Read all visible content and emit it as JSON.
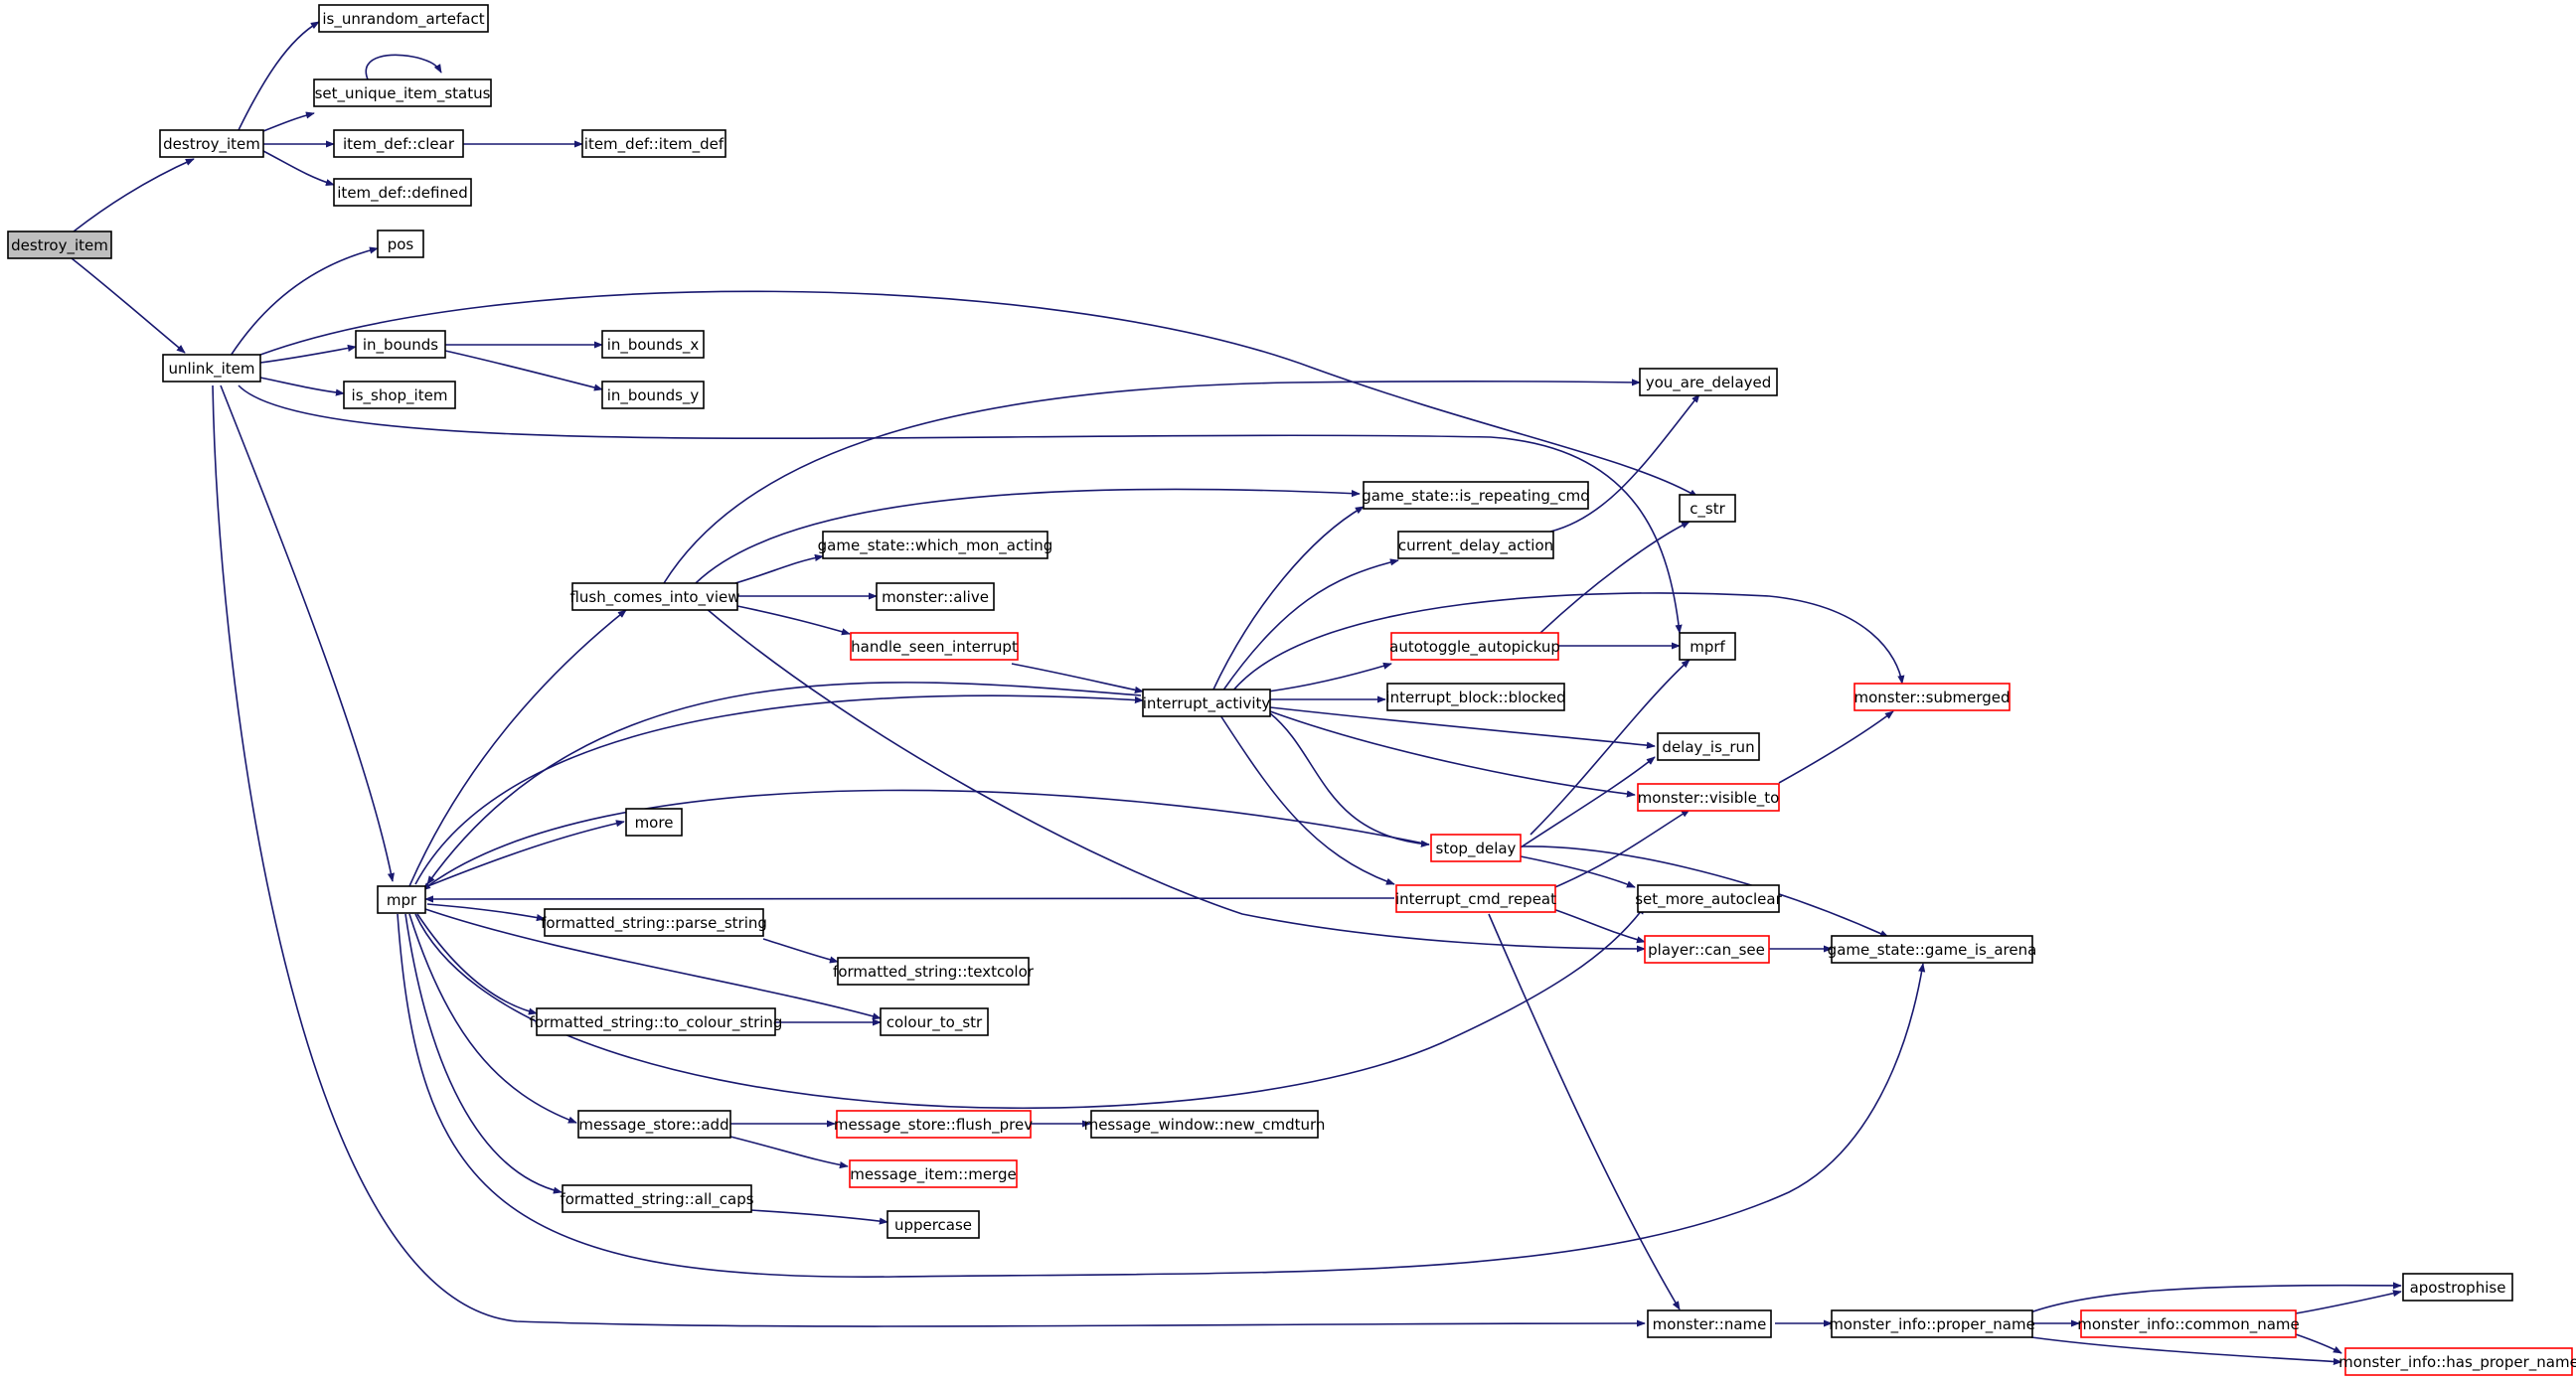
{
  "colors": {
    "edge": "#191970",
    "node_border": "#000000",
    "truncated_node_border": "#ff0000",
    "root_fill": "#bfbfbf",
    "background": "#ffffff"
  },
  "nodes": [
    {
      "id": "n_root",
      "label": "destroy_item",
      "root": true
    },
    {
      "id": "n_destroy_item",
      "label": "destroy_item"
    },
    {
      "id": "n_unlink_item",
      "label": "unlink_item"
    },
    {
      "id": "n_is_unrandom_artefact",
      "label": "is_unrandom_artefact"
    },
    {
      "id": "n_set_unique_item_status",
      "label": "set_unique_item_status"
    },
    {
      "id": "n_item_def_clear",
      "label": "item_def::clear"
    },
    {
      "id": "n_item_def_item_def",
      "label": "item_def::item_def"
    },
    {
      "id": "n_item_def_defined",
      "label": "item_def::defined"
    },
    {
      "id": "n_pos",
      "label": "pos"
    },
    {
      "id": "n_in_bounds",
      "label": "in_bounds"
    },
    {
      "id": "n_in_bounds_x",
      "label": "in_bounds_x"
    },
    {
      "id": "n_in_bounds_y",
      "label": "in_bounds_y"
    },
    {
      "id": "n_is_shop_item",
      "label": "is_shop_item"
    },
    {
      "id": "n_you_are_delayed",
      "label": "you_are_delayed"
    },
    {
      "id": "n_c_str",
      "label": "c_str"
    },
    {
      "id": "n_is_repeating_cmd",
      "label": "game_state::is_repeating_cmd"
    },
    {
      "id": "n_current_delay_action",
      "label": "current_delay_action"
    },
    {
      "id": "n_which_mon_acting",
      "label": "game_state::which_mon_acting"
    },
    {
      "id": "n_flush_comes_into_view",
      "label": "flush_comes_into_view"
    },
    {
      "id": "n_monster_alive",
      "label": "monster::alive"
    },
    {
      "id": "n_handle_seen_interrupt",
      "label": "handle_seen_interrupt",
      "red": true
    },
    {
      "id": "n_autotoggle_autopickup",
      "label": "autotoggle_autopickup",
      "red": true
    },
    {
      "id": "n_mprf",
      "label": "mprf"
    },
    {
      "id": "n_interrupt_activity",
      "label": "interrupt_activity"
    },
    {
      "id": "n_interrupt_block_blocked",
      "label": "interrupt_block::blocked"
    },
    {
      "id": "n_monster_submerged",
      "label": "monster::submerged",
      "red": true
    },
    {
      "id": "n_delay_is_run",
      "label": "delay_is_run"
    },
    {
      "id": "n_monster_visible_to",
      "label": "monster::visible_to",
      "red": true
    },
    {
      "id": "n_more",
      "label": "more"
    },
    {
      "id": "n_stop_delay",
      "label": "stop_delay",
      "red": true
    },
    {
      "id": "n_mpr",
      "label": "mpr"
    },
    {
      "id": "n_interrupt_cmd_repeat",
      "label": "interrupt_cmd_repeat",
      "red": true
    },
    {
      "id": "n_set_more_autoclear",
      "label": "set_more_autoclear"
    },
    {
      "id": "n_parse_string",
      "label": "formatted_string::parse_string"
    },
    {
      "id": "n_player_can_see",
      "label": "player::can_see",
      "red": true
    },
    {
      "id": "n_game_is_arena",
      "label": "game_state::game_is_arena"
    },
    {
      "id": "n_textcolor",
      "label": "formatted_string::textcolor"
    },
    {
      "id": "n_to_colour_string",
      "label": "formatted_string::to_colour_string"
    },
    {
      "id": "n_colour_to_str",
      "label": "colour_to_str"
    },
    {
      "id": "n_message_store_add",
      "label": "message_store::add"
    },
    {
      "id": "n_message_store_flush_prev",
      "label": "message_store::flush_prev",
      "red": true
    },
    {
      "id": "n_new_cmdturn",
      "label": "message_window::new_cmdturn"
    },
    {
      "id": "n_message_item_merge",
      "label": "message_item::merge",
      "red": true
    },
    {
      "id": "n_all_caps",
      "label": "formatted_string::all_caps"
    },
    {
      "id": "n_uppercase",
      "label": "uppercase"
    },
    {
      "id": "n_apostrophise",
      "label": "apostrophise"
    },
    {
      "id": "n_monster_name",
      "label": "monster::name"
    },
    {
      "id": "n_proper_name",
      "label": "monster_info::proper_name"
    },
    {
      "id": "n_common_name",
      "label": "monster_info::common_name",
      "red": true
    },
    {
      "id": "n_has_proper_name",
      "label": "monster_info::has_proper_name",
      "red": true
    }
  ],
  "edges": [
    {
      "from": "n_root",
      "to": "n_destroy_item"
    },
    {
      "from": "n_root",
      "to": "n_unlink_item"
    },
    {
      "from": "n_destroy_item",
      "to": "n_is_unrandom_artefact"
    },
    {
      "from": "n_destroy_item",
      "to": "n_set_unique_item_status"
    },
    {
      "from": "n_destroy_item",
      "to": "n_item_def_clear"
    },
    {
      "from": "n_destroy_item",
      "to": "n_item_def_defined"
    },
    {
      "from": "n_set_unique_item_status",
      "to": "n_set_unique_item_status"
    },
    {
      "from": "n_item_def_clear",
      "to": "n_item_def_item_def"
    },
    {
      "from": "n_unlink_item",
      "to": "n_pos"
    },
    {
      "from": "n_unlink_item",
      "to": "n_in_bounds"
    },
    {
      "from": "n_unlink_item",
      "to": "n_is_shop_item"
    },
    {
      "from": "n_unlink_item",
      "to": "n_c_str"
    },
    {
      "from": "n_unlink_item",
      "to": "n_mprf"
    },
    {
      "from": "n_unlink_item",
      "to": "n_mpr"
    },
    {
      "from": "n_unlink_item",
      "to": "n_monster_name"
    },
    {
      "from": "n_in_bounds",
      "to": "n_in_bounds_x"
    },
    {
      "from": "n_in_bounds",
      "to": "n_in_bounds_y"
    },
    {
      "from": "n_flush_comes_into_view",
      "to": "n_you_are_delayed"
    },
    {
      "from": "n_flush_comes_into_view",
      "to": "n_is_repeating_cmd"
    },
    {
      "from": "n_flush_comes_into_view",
      "to": "n_which_mon_acting"
    },
    {
      "from": "n_flush_comes_into_view",
      "to": "n_monster_alive"
    },
    {
      "from": "n_flush_comes_into_view",
      "to": "n_handle_seen_interrupt"
    },
    {
      "from": "n_flush_comes_into_view",
      "to": "n_player_can_see"
    },
    {
      "from": "n_handle_seen_interrupt",
      "to": "n_interrupt_activity"
    },
    {
      "from": "n_current_delay_action",
      "to": "n_you_are_delayed"
    },
    {
      "from": "n_autotoggle_autopickup",
      "to": "n_c_str"
    },
    {
      "from": "n_autotoggle_autopickup",
      "to": "n_mprf"
    },
    {
      "from": "n_interrupt_activity",
      "to": "n_is_repeating_cmd"
    },
    {
      "from": "n_interrupt_activity",
      "to": "n_current_delay_action"
    },
    {
      "from": "n_interrupt_activity",
      "to": "n_autotoggle_autopickup"
    },
    {
      "from": "n_interrupt_activity",
      "to": "n_monster_submerged"
    },
    {
      "from": "n_interrupt_activity",
      "to": "n_interrupt_block_blocked"
    },
    {
      "from": "n_interrupt_activity",
      "to": "n_delay_is_run"
    },
    {
      "from": "n_interrupt_activity",
      "to": "n_monster_visible_to"
    },
    {
      "from": "n_interrupt_activity",
      "to": "n_stop_delay"
    },
    {
      "from": "n_interrupt_activity",
      "to": "n_interrupt_cmd_repeat"
    },
    {
      "from": "n_interrupt_activity",
      "to": "n_mpr"
    },
    {
      "from": "n_monster_visible_to",
      "to": "n_monster_submerged"
    },
    {
      "from": "n_stop_delay",
      "to": "n_mprf"
    },
    {
      "from": "n_stop_delay",
      "to": "n_delay_is_run"
    },
    {
      "from": "n_stop_delay",
      "to": "n_set_more_autoclear"
    },
    {
      "from": "n_stop_delay",
      "to": "n_game_is_arena"
    },
    {
      "from": "n_stop_delay",
      "to": "n_mpr"
    },
    {
      "from": "n_interrupt_cmd_repeat",
      "to": "n_mpr"
    },
    {
      "from": "n_interrupt_cmd_repeat",
      "to": "n_monster_visible_to"
    },
    {
      "from": "n_interrupt_cmd_repeat",
      "to": "n_player_can_see"
    },
    {
      "from": "n_interrupt_cmd_repeat",
      "to": "n_monster_name"
    },
    {
      "from": "n_player_can_see",
      "to": "n_game_is_arena"
    },
    {
      "from": "n_mpr",
      "to": "n_flush_comes_into_view"
    },
    {
      "from": "n_mpr",
      "to": "n_interrupt_activity"
    },
    {
      "from": "n_mpr",
      "to": "n_more"
    },
    {
      "from": "n_mpr",
      "to": "n_parse_string"
    },
    {
      "from": "n_mpr",
      "to": "n_to_colour_string"
    },
    {
      "from": "n_mpr",
      "to": "n_colour_to_str"
    },
    {
      "from": "n_mpr",
      "to": "n_set_more_autoclear"
    },
    {
      "from": "n_mpr",
      "to": "n_message_store_add"
    },
    {
      "from": "n_mpr",
      "to": "n_all_caps"
    },
    {
      "from": "n_mpr",
      "to": "n_game_is_arena"
    },
    {
      "from": "n_parse_string",
      "to": "n_textcolor"
    },
    {
      "from": "n_to_colour_string",
      "to": "n_colour_to_str"
    },
    {
      "from": "n_message_store_add",
      "to": "n_message_store_flush_prev"
    },
    {
      "from": "n_message_store_add",
      "to": "n_message_item_merge"
    },
    {
      "from": "n_message_store_flush_prev",
      "to": "n_new_cmdturn"
    },
    {
      "from": "n_all_caps",
      "to": "n_uppercase"
    },
    {
      "from": "n_monster_name",
      "to": "n_proper_name"
    },
    {
      "from": "n_proper_name",
      "to": "n_apostrophise"
    },
    {
      "from": "n_proper_name",
      "to": "n_common_name"
    },
    {
      "from": "n_proper_name",
      "to": "n_has_proper_name"
    },
    {
      "from": "n_common_name",
      "to": "n_apostrophise"
    },
    {
      "from": "n_common_name",
      "to": "n_has_proper_name"
    }
  ]
}
